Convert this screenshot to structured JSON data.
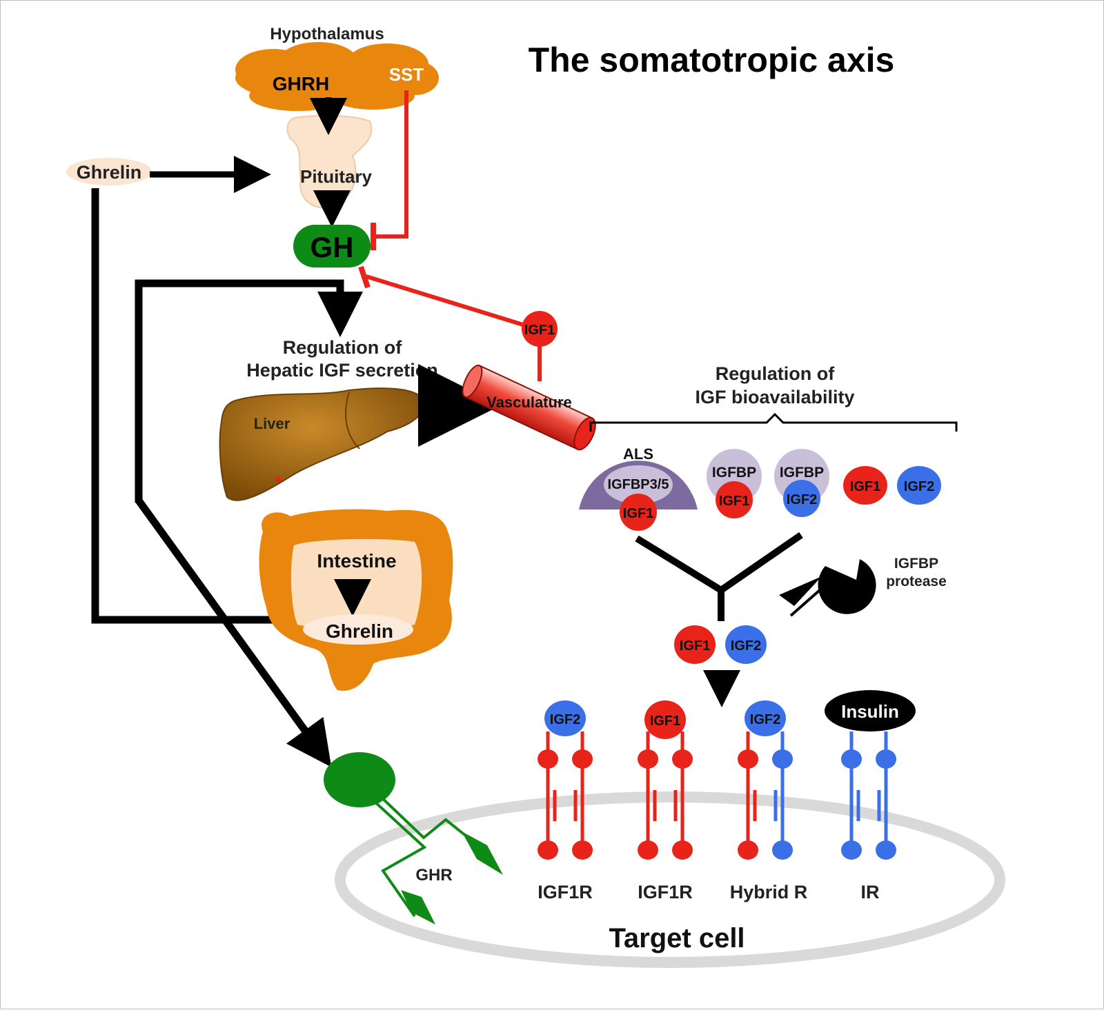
{
  "title": "The somatotropic axis",
  "hypothalamus": {
    "label": "Hypothalamus",
    "ghrh": "GHRH",
    "sst": "SST"
  },
  "pituitary": {
    "label": "Pituitary"
  },
  "gh": {
    "label": "GH"
  },
  "ghrelin_left": {
    "label": "Ghrelin"
  },
  "hepatic": {
    "line1": "Regulation of",
    "line2": "Hepatic IGF secretion"
  },
  "liver": {
    "label": "Liver"
  },
  "vasculature": {
    "label": "Vasculature"
  },
  "igf1_feedback": {
    "label": "IGF1"
  },
  "bioavailability": {
    "line1": "Regulation of",
    "line2": "IGF bioavailability"
  },
  "complexes": {
    "als": "ALS",
    "igfbp35": "IGFBP3/5",
    "igfbp": "IGFBP",
    "igf1": "IGF1",
    "igf2": "IGF2"
  },
  "protease": {
    "line1": "IGFBP",
    "line2": "protease"
  },
  "intestine": {
    "label": "Intestine",
    "ghrelin": "Ghrelin"
  },
  "ligands": {
    "igf1": "IGF1",
    "igf2": "IGF2",
    "insulin": "Insulin"
  },
  "receptors": {
    "ghr": "GHR",
    "igf1r_a": "IGF1R",
    "igf1r_b": "IGF1R",
    "hybrid": "Hybrid R",
    "ir": "IR"
  },
  "target_cell": {
    "label": "Target cell"
  },
  "colors": {
    "orange": "#E8860E",
    "green": "#0E8A16",
    "red": "#E8231A",
    "blue": "#3A6FE8",
    "purple": "#7D6A9E",
    "black": "#000000"
  }
}
